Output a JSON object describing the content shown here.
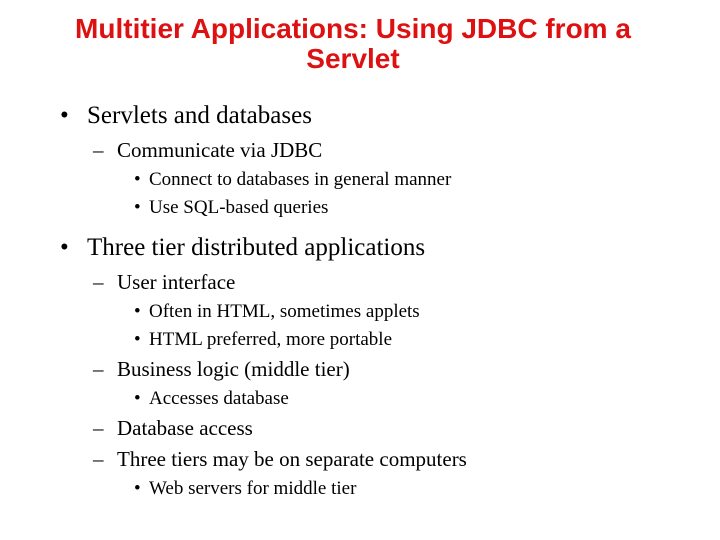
{
  "slide": {
    "title": {
      "line1": "Multitier Applications: Using JDBC from a",
      "line2": "Servlet"
    },
    "bullets": [
      {
        "marker": "•",
        "text": "Servlets and databases"
      },
      {
        "marker": "–",
        "text": "Communicate via JDBC"
      },
      {
        "marker": "•",
        "text": "Connect to databases in general manner"
      },
      {
        "marker": "•",
        "text": "Use SQL-based queries"
      },
      {
        "marker": "•",
        "text": "Three tier distributed applications"
      },
      {
        "marker": "–",
        "text": "User interface"
      },
      {
        "marker": "•",
        "text": "Often in HTML, sometimes applets"
      },
      {
        "marker": "•",
        "text": "HTML preferred, more portable"
      },
      {
        "marker": "–",
        "text": "Business logic (middle tier)"
      },
      {
        "marker": "•",
        "text": "Accesses database"
      },
      {
        "marker": "–",
        "text": "Database access"
      },
      {
        "marker": "–",
        "text": "Three tiers may be on separate computers"
      },
      {
        "marker": "•",
        "text": "Web servers for middle tier"
      }
    ]
  },
  "colors": {
    "title": "#DD1111",
    "body": "#000000",
    "background": "#FFFFFF"
  }
}
